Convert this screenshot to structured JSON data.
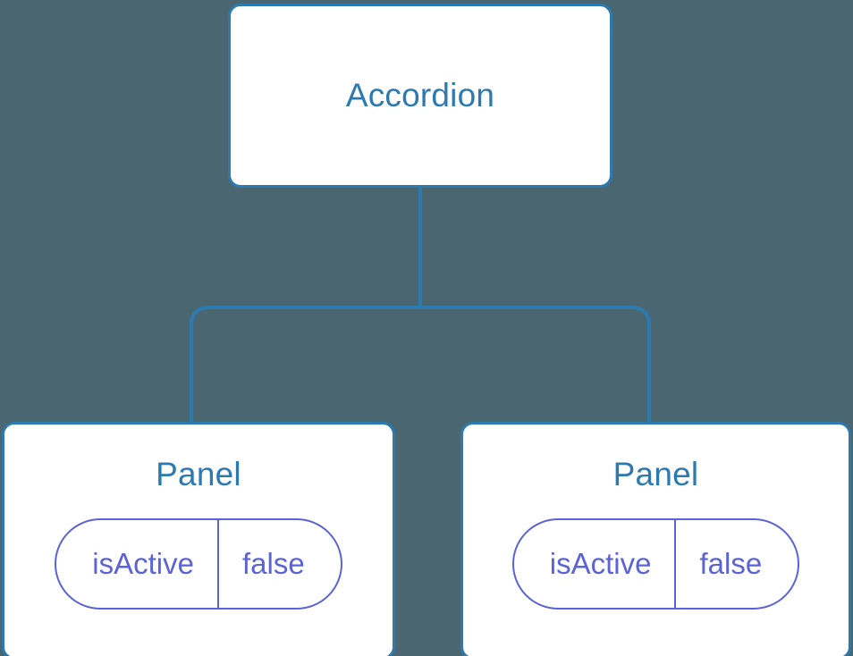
{
  "canvas": {
    "background_color": "#4a6670",
    "node_border_color": "#2d7ab0",
    "node_fill_color": "#ffffff",
    "node_title_color": "#2d7ab0",
    "prop_pill_color": "#5c63d8",
    "connector_color": "#2d7ab0"
  },
  "tree": {
    "root": {
      "title": "Accordion",
      "props": []
    },
    "children": [
      {
        "title": "Panel",
        "props": [
          {
            "key": "isActive",
            "value": "false"
          }
        ]
      },
      {
        "title": "Panel",
        "props": [
          {
            "key": "isActive",
            "value": "false"
          }
        ]
      }
    ]
  }
}
